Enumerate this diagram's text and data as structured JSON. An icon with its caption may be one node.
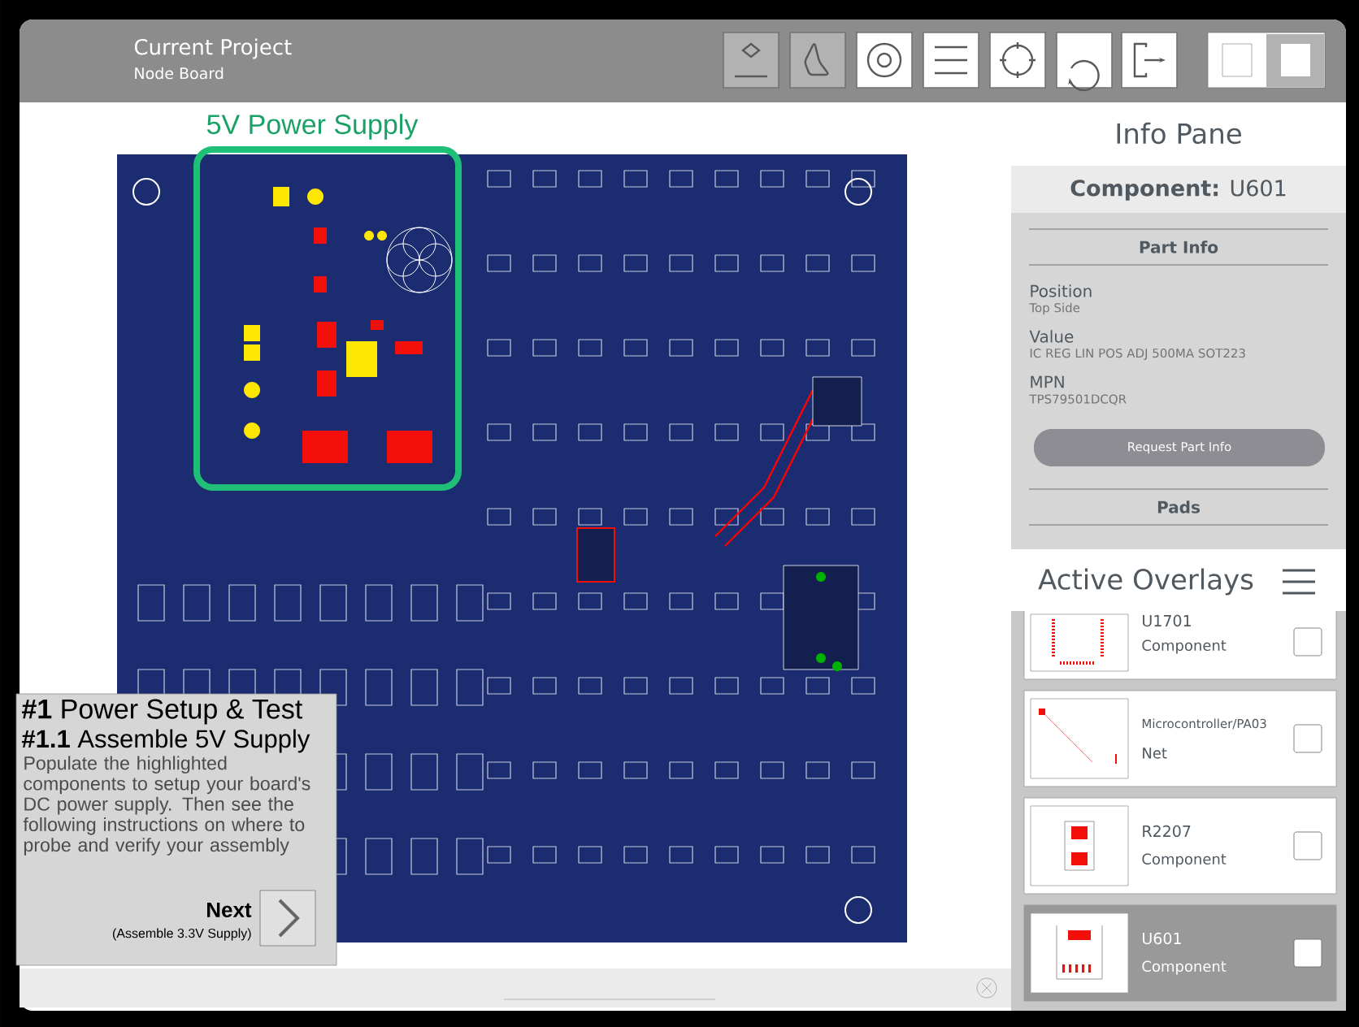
{
  "diagram": {
    "nodes": [
      {
        "text": [
          "5V Power Supply"
        ]
      },
      {
        "text": [
          "**#1** Power Setup & Test",
          "**#1.1** Assemble 5V Supply",
          "Populate the highlighted components to setup your board's DC power supply. Then see the following instructions on where to probe and verify your assembly",
          "Next",
          "(Assemble 3.3V Supply)"
        ]
      },
      {
        "text": [
          "U1701",
          "Component"
        ]
      },
      {
        "text": [
          "Microcontroller/PA03",
          "Net"
        ]
      },
      {
        "text": [
          "R2207",
          "Component"
        ]
      },
      {
        "text": [
          "U601",
          "Component"
        ]
      }
    ],
    "labels": [
      "Current Project",
      "Node Board",
      "Info Pane",
      "**Component:** U601",
      "Part Info",
      "Position",
      "Top Side",
      "Value",
      "IC REG LIN POS ADJ 500MA SOT223",
      "MPN",
      "TPS79501DCQR",
      "Request Part Info",
      "Pads",
      "Active Overlays"
    ]
  }
}
